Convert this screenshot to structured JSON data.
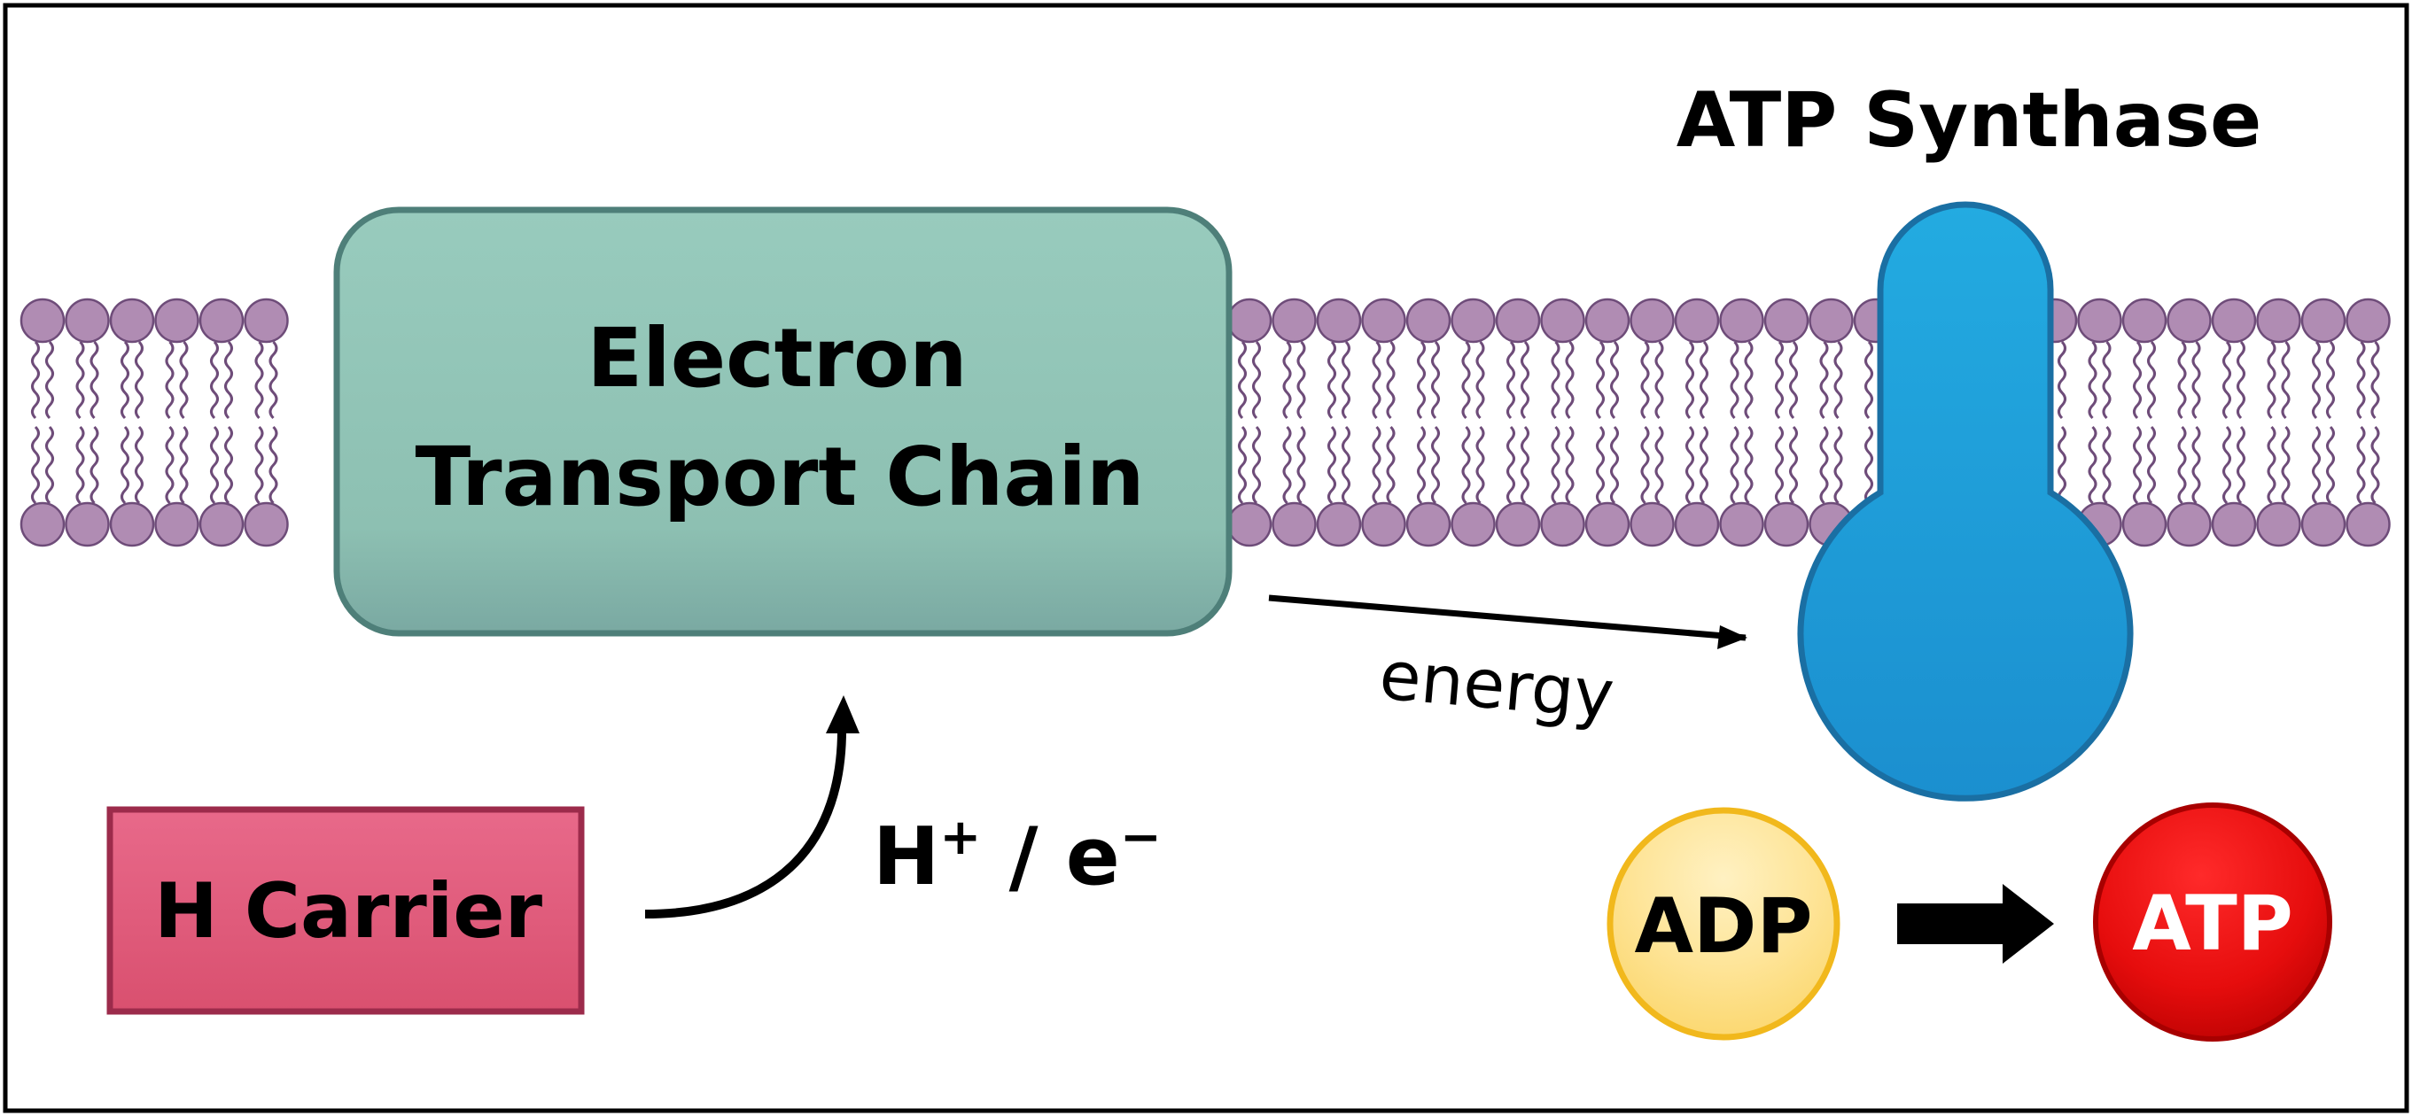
{
  "title": "ATP Synthase",
  "etc": {
    "line1": "Electron",
    "line2": "Transport Chain"
  },
  "h_carrier": {
    "label": "H Carrier"
  },
  "transfer": {
    "h": "H",
    "h_sup": "+",
    "slash": " / e",
    "e_sup": "−"
  },
  "energy": {
    "label": "energy"
  },
  "adp": {
    "label": "ADP"
  },
  "atp": {
    "label": "ATP"
  },
  "colors": {
    "etc_fill": "#93c6b7",
    "etc_stroke": "#4e7f79",
    "carrier_fill": "#df5d7e",
    "carrier_stroke": "#9c2b4b",
    "synthase_fill": "#20a8de",
    "synthase_stroke": "#1a6fa3",
    "lipid": "#b08cb3",
    "lipid_stroke": "#6e4c79",
    "adp_fill": "#fde08a",
    "adp_stroke": "#f1b81c",
    "atp_fill": "#e21111",
    "atp_stroke": "#a80000"
  }
}
